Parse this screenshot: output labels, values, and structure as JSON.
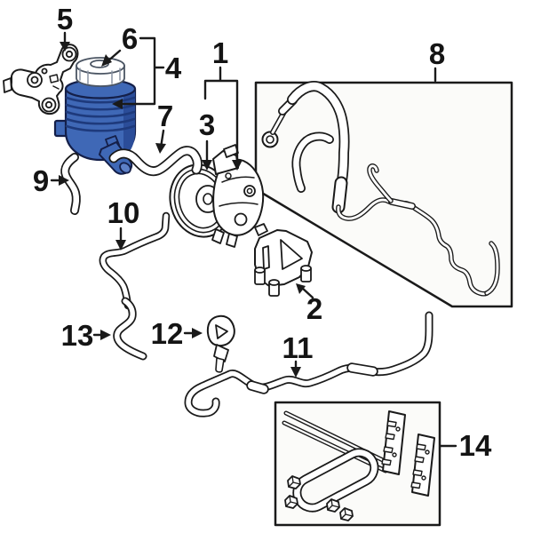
{
  "callouts": {
    "c1": "1",
    "c2": "2",
    "c3": "3",
    "c4": "4",
    "c5": "5",
    "c6": "6",
    "c7": "7",
    "c8": "8",
    "c9": "9",
    "c10": "10",
    "c11": "11",
    "c12": "12",
    "c13": "13",
    "c14": "14"
  },
  "colors": {
    "line": "#1a1a1a",
    "panel_fill": "#fbfbf9",
    "reservoir_body": "#3f68b6",
    "reservoir_shade": "#2b4d99",
    "reservoir_rib": "#1e3a7c",
    "reservoir_outline": "#141f49",
    "reservoir_spout_face": "#5d80c7",
    "background": "#ffffff"
  }
}
